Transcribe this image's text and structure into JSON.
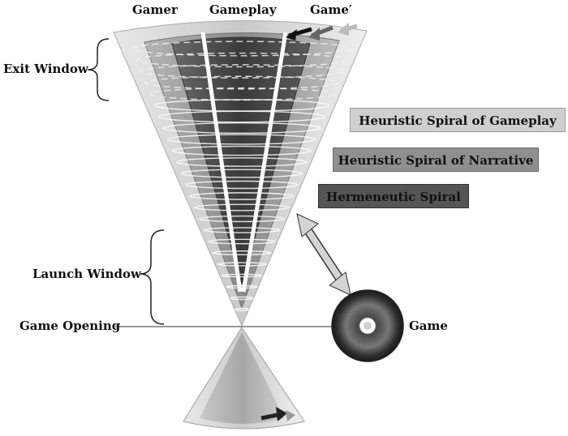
{
  "labels": {
    "gamer": "Gamer",
    "gameplay": "Gameplay",
    "game_prime": "Game′",
    "exit_window": "Exit Window",
    "launch_window": "Launch Window",
    "game_opening": "Game Opening",
    "game": "Game"
  },
  "legend": {
    "gameplay_spiral": "Heuristic Spiral of Gameplay",
    "narrative_spiral": "Heuristic Spiral of Narrative",
    "hermeneutic_spiral": "Hermeneutic Spiral"
  },
  "colors": {
    "outer_cone": "#d9d9d9",
    "middle_cone": "#9a9a9a",
    "inner_cone": "#4a4a4a",
    "box_light": "#cfcfcf",
    "box_mid": "#8f8f8f",
    "box_dark": "#555555"
  },
  "icons": {
    "disc": "cd-disc-icon",
    "arrow": "double-arrow-icon"
  }
}
